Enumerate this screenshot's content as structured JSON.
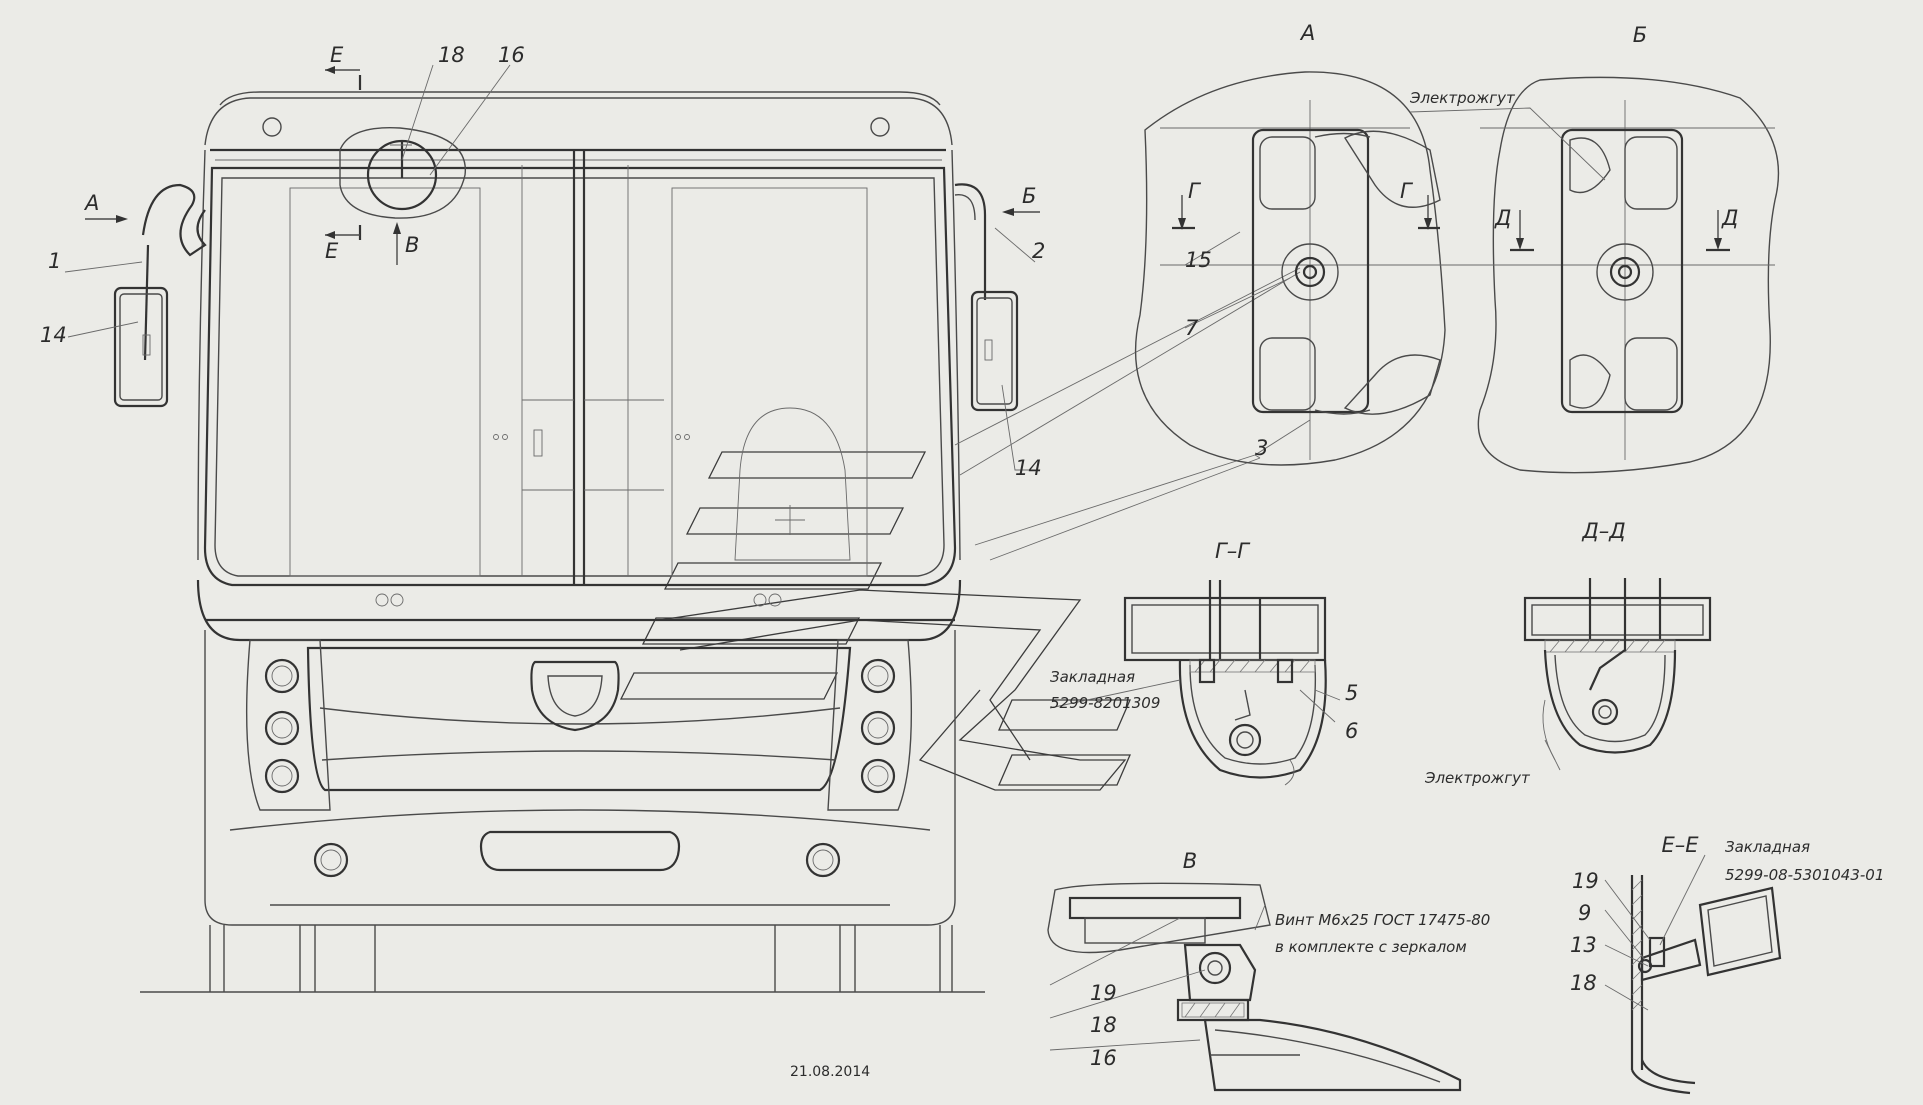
{
  "views": {
    "a": "А",
    "b": "Б",
    "v": "В",
    "gg": "Г–Г",
    "dd": "Д–Д",
    "ee": "Е–Е"
  },
  "section_marks": {
    "e": "Е",
    "v": "В",
    "a": "А",
    "b": "Б",
    "g": "Г",
    "d": "Д"
  },
  "callouts": {
    "n1": "1",
    "n2": "2",
    "n3": "3",
    "n5": "5",
    "n6": "6",
    "n7": "7",
    "n9": "9",
    "n13": "13",
    "n14": "14",
    "n15": "15",
    "n16": "16",
    "n18": "18",
    "n19": "19"
  },
  "notes": {
    "harness": "Электрожгут",
    "embed": "Закладная",
    "embed_part_1": "5299-8201309",
    "embed_part_2": "5299-08-5301043-01",
    "screw": "Винт М6х25 ГОСТ 17475-80",
    "screw_note": "в комплекте с зеркалом"
  },
  "date": "21.08.2014"
}
